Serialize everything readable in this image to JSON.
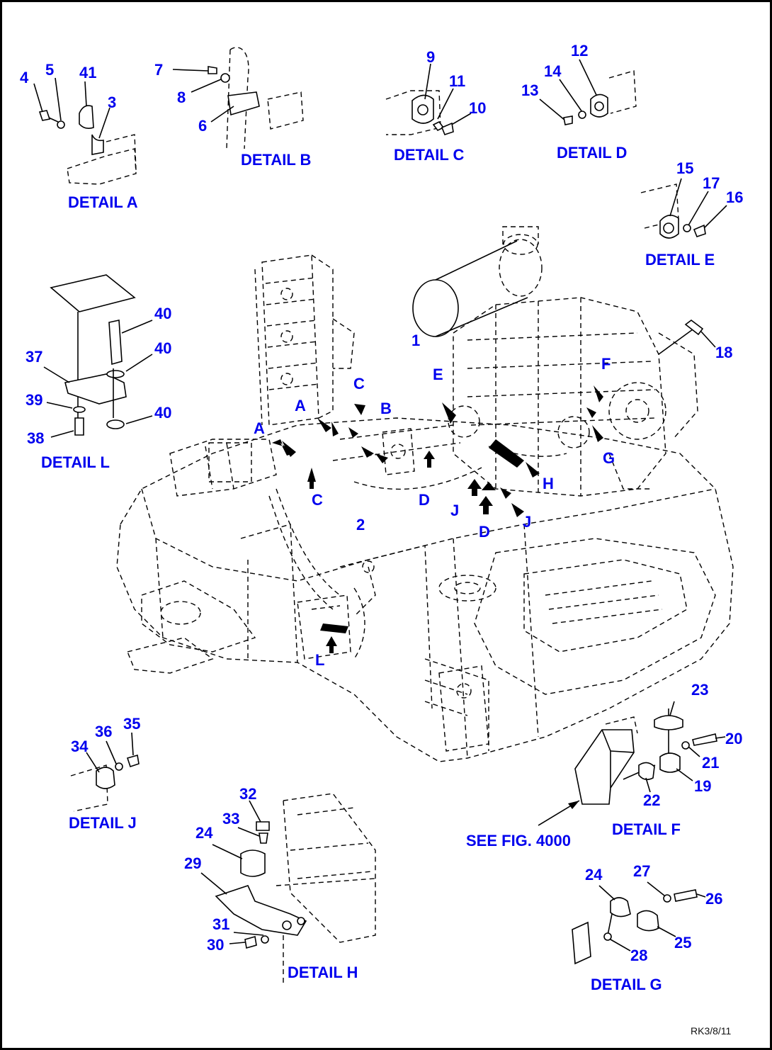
{
  "details": {
    "a": "DETAIL A",
    "b": "DETAIL B",
    "c": "DETAIL C",
    "d": "DETAIL D",
    "e": "DETAIL E",
    "f": "DETAIL F",
    "g": "DETAIL G",
    "h": "DETAIL H",
    "j": "DETAIL J",
    "l": "DETAIL L"
  },
  "see_fig": "SEE FIG. 4000",
  "drawing_code": "RK3/8/11",
  "parts": {
    "p1": "1",
    "p2": "2",
    "p3": "3",
    "p4": "4",
    "p5": "5",
    "p6": "6",
    "p7": "7",
    "p8": "8",
    "p9": "9",
    "p10": "10",
    "p11": "11",
    "p12": "12",
    "p13": "13",
    "p14": "14",
    "p15": "15",
    "p16": "16",
    "p17": "17",
    "p18": "18",
    "p19": "19",
    "p20": "20",
    "p21": "21",
    "p22": "22",
    "p23": "23",
    "p24a": "24",
    "p24b": "24",
    "p25": "25",
    "p26": "26",
    "p27": "27",
    "p28": "28",
    "p29": "29",
    "p30": "30",
    "p31": "31",
    "p32": "32",
    "p33": "33",
    "p34": "34",
    "p35": "35",
    "p36": "36",
    "p37": "37",
    "p38": "38",
    "p39": "39",
    "p40a": "40",
    "p40b": "40",
    "p40c": "40",
    "p41": "41"
  },
  "refs": {
    "A1": "A",
    "A2": "A",
    "B": "B",
    "C1": "C",
    "C2": "C",
    "D1": "D",
    "D2": "D",
    "E": "E",
    "F": "F",
    "G": "G",
    "H": "H",
    "J1": "J",
    "J2": "J",
    "L": "L"
  }
}
